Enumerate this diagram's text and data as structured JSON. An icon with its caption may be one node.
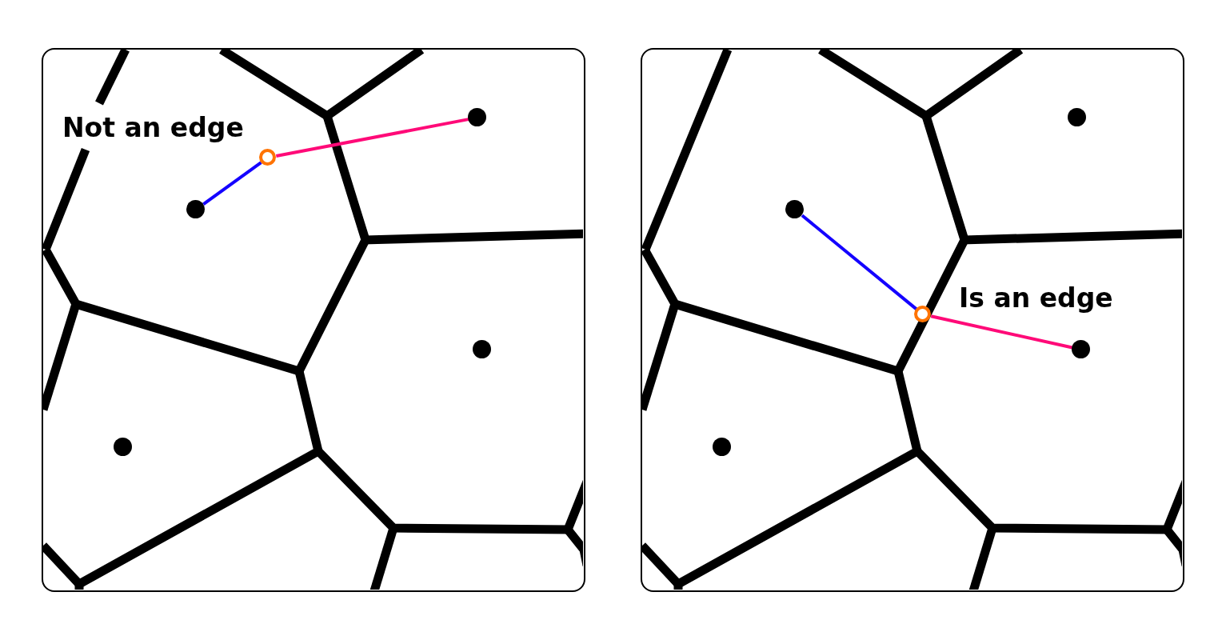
{
  "diagram": {
    "nodes": [
      {
        "text": [
          "Not an edge"
        ]
      },
      {
        "text": [],
        "shape": "circle",
        "in": 0
      },
      {
        "text": [],
        "shape": "ring",
        "in": 0
      },
      {
        "text": [],
        "shape": "circle",
        "in": 0
      },
      {
        "text": [],
        "shape": "circle",
        "in": 0
      },
      {
        "text": [],
        "shape": "circle",
        "in": 0
      },
      {
        "text": [
          "Is an edge"
        ]
      },
      {
        "text": [],
        "shape": "circle",
        "in": 6
      },
      {
        "text": [],
        "shape": "circle",
        "in": 6
      },
      {
        "text": [],
        "shape": "ring",
        "in": 6
      },
      {
        "text": [],
        "shape": "circle",
        "in": 6
      },
      {
        "text": [],
        "shape": "circle",
        "in": 6
      }
    ],
    "edges": [
      {
        "from": 1,
        "to": 2,
        "arrow": "none",
        "color": "#1400ff"
      },
      {
        "from": 2,
        "to": 3,
        "arrow": "none",
        "color": "#ff0a78"
      },
      {
        "from": 8,
        "to": 9,
        "arrow": "none",
        "color": "#1400ff"
      },
      {
        "from": 9,
        "to": 10,
        "arrow": "none",
        "color": "#ff0a78"
      }
    ]
  }
}
